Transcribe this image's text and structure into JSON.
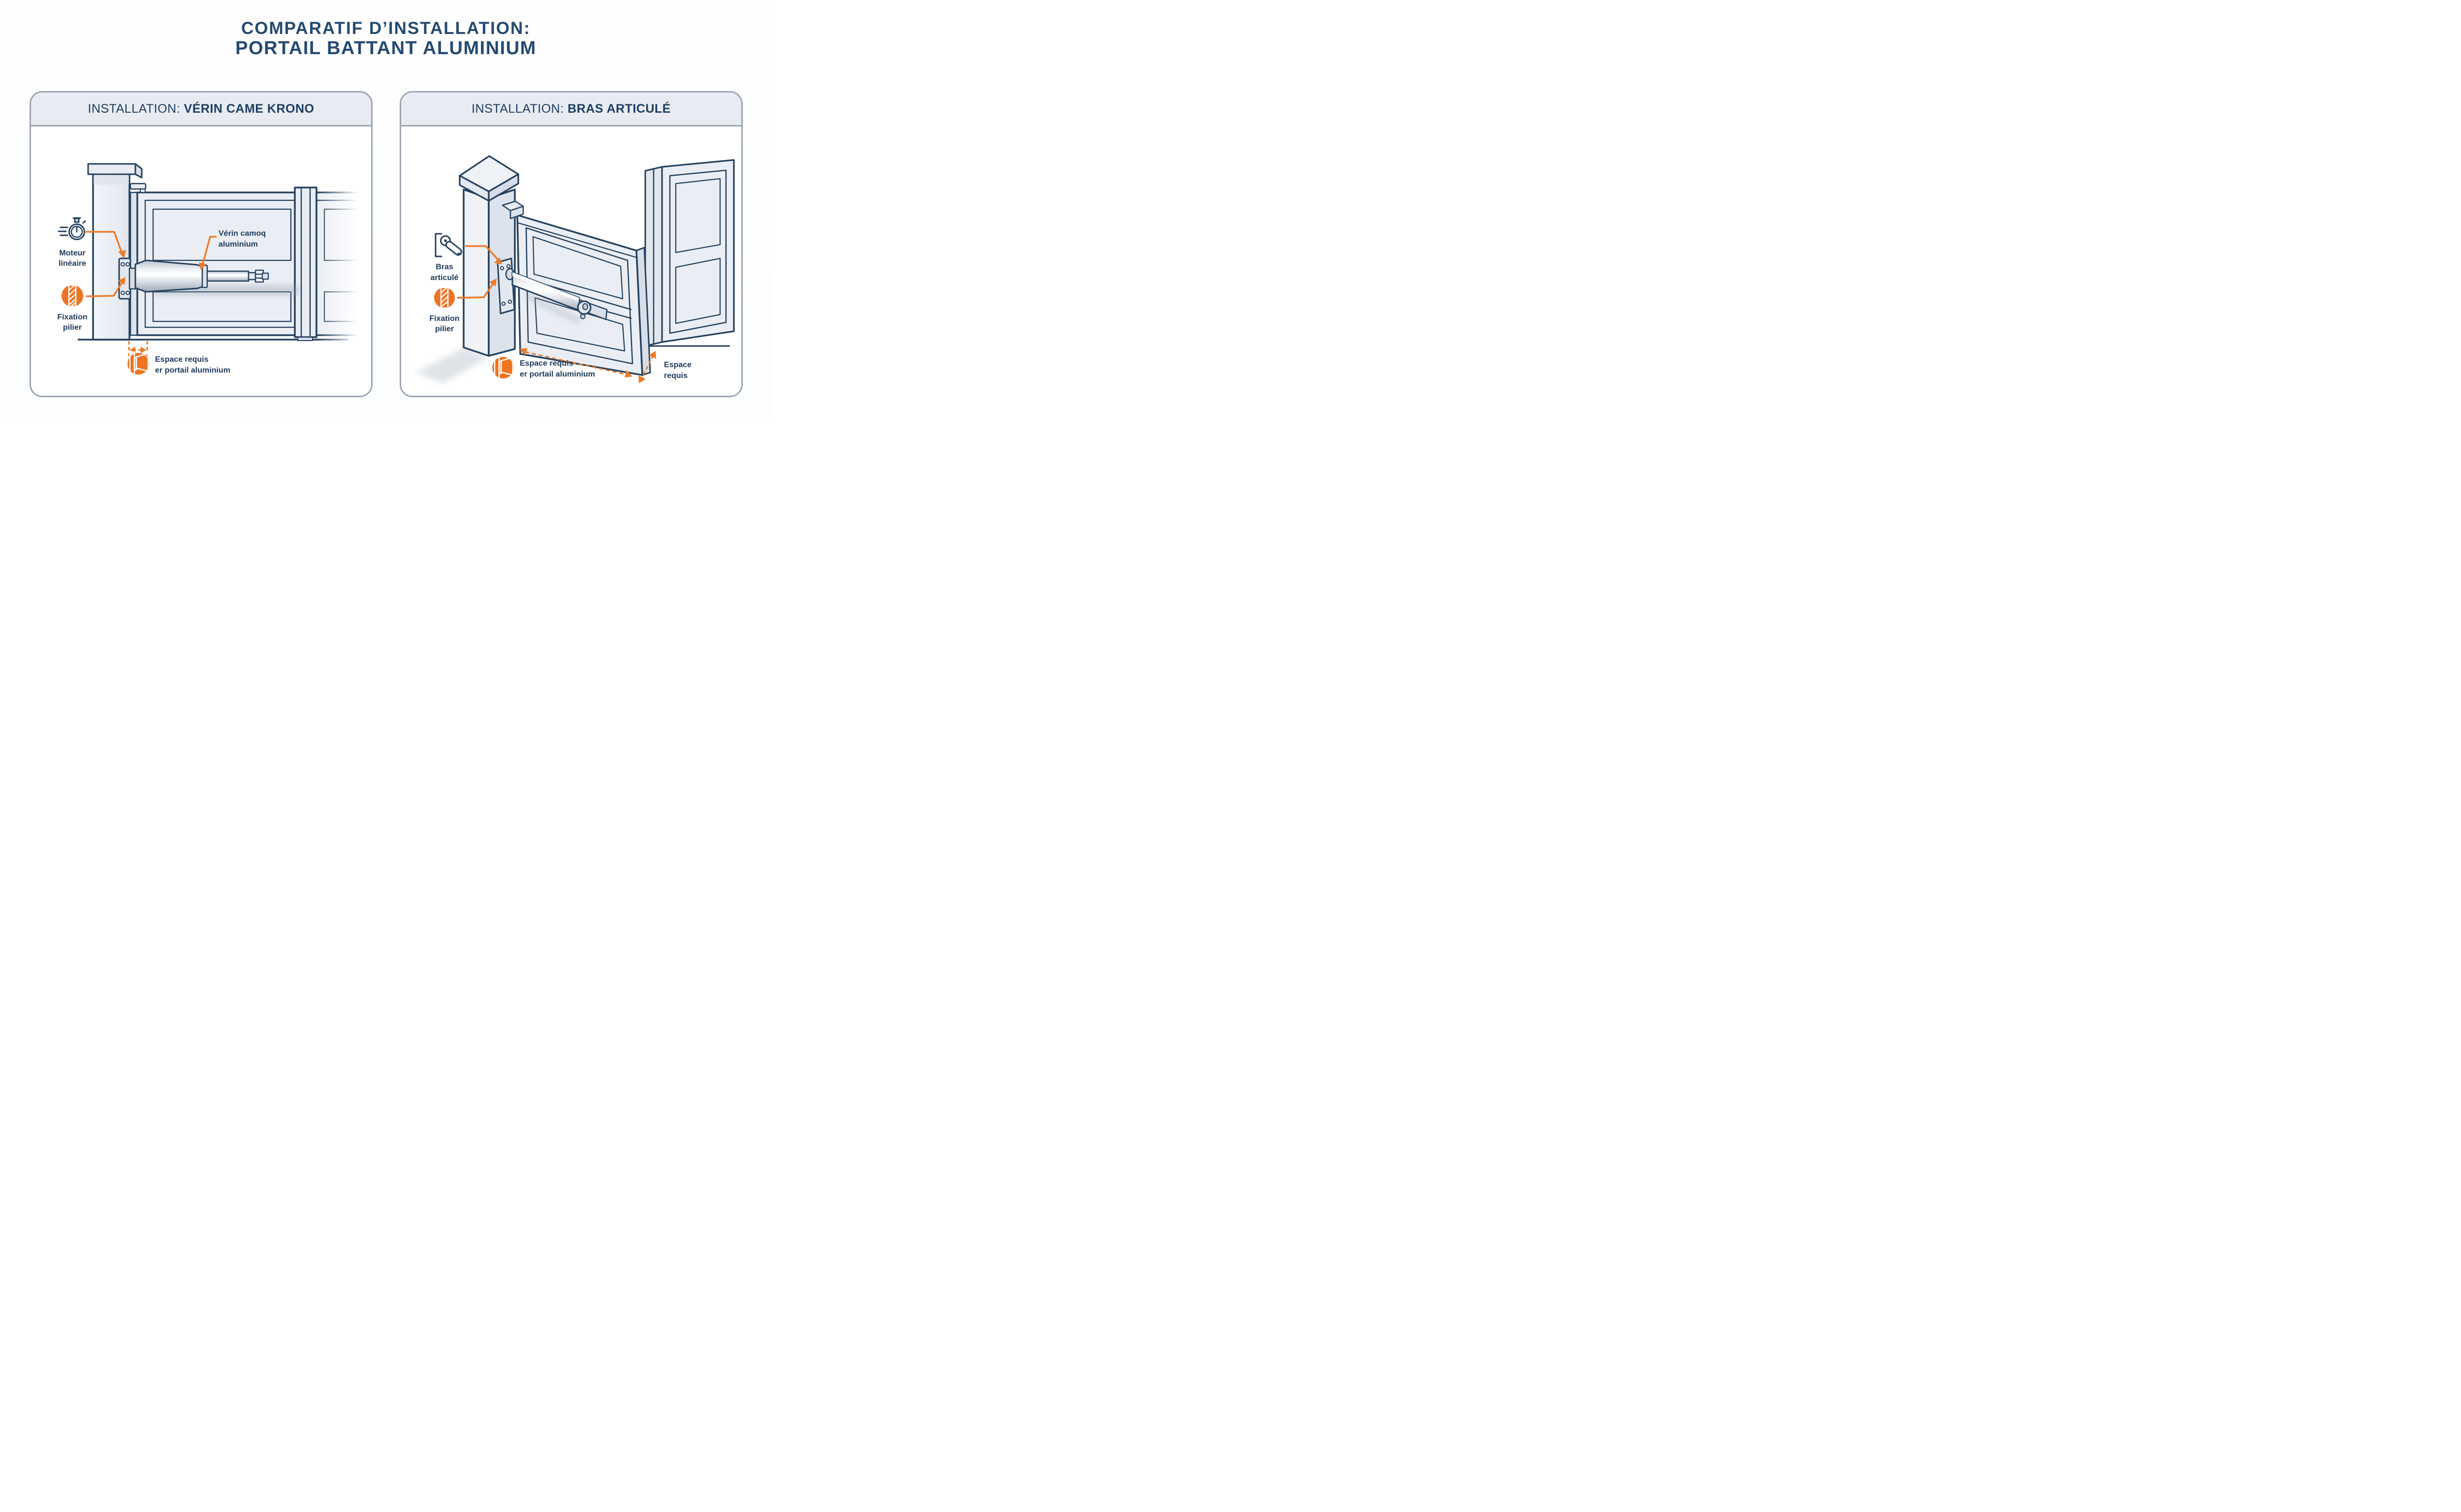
{
  "title": {
    "line1": "COMPARATIF D’INSTALLATION:",
    "line2": "PORTAIL BATTANT ALUMINIUM"
  },
  "panels": {
    "left": {
      "header_prefix": "INSTALLATION: ",
      "header_bold": "VÉRIN CAME KRONO",
      "labels": {
        "motor": {
          "line1": "Moteur",
          "line2": "linéaire"
        },
        "fixation": {
          "line1": "Fixation",
          "line2": "pilier"
        },
        "verin": {
          "line1": "Vérin camoq",
          "line2": "aluminium"
        },
        "espace": {
          "line1": "Espace requis",
          "line2": "er portail aluminium"
        }
      }
    },
    "right": {
      "header_prefix": "INSTALLATION: ",
      "header_bold": "BRAS ARTICULÉ",
      "labels": {
        "bras": {
          "line1": "Bras",
          "line2": "articulé"
        },
        "fixation": {
          "line1": "Fixation",
          "line2": "pilier"
        },
        "espace_gate": {
          "line1": "Espace requis",
          "line2": "er portail aluminium"
        },
        "espace_side": {
          "line1": "Espace",
          "line2": "requis"
        }
      }
    }
  },
  "icons": {
    "motor": "stopwatch-icon",
    "fixation": "pillar-fixing-icon",
    "espace": "gate-swing-icon",
    "bras": "articulated-arm-icon"
  },
  "colors": {
    "navy_line": "#24415f",
    "label_text": "#1d3a5a",
    "title_text": "#254a70",
    "orange": "#ed7b28",
    "header_bg": "#e8ecf2",
    "card_border": "#9aa4b2",
    "fill_light": "#eaeef4",
    "fill_mid": "#dde3ec"
  }
}
